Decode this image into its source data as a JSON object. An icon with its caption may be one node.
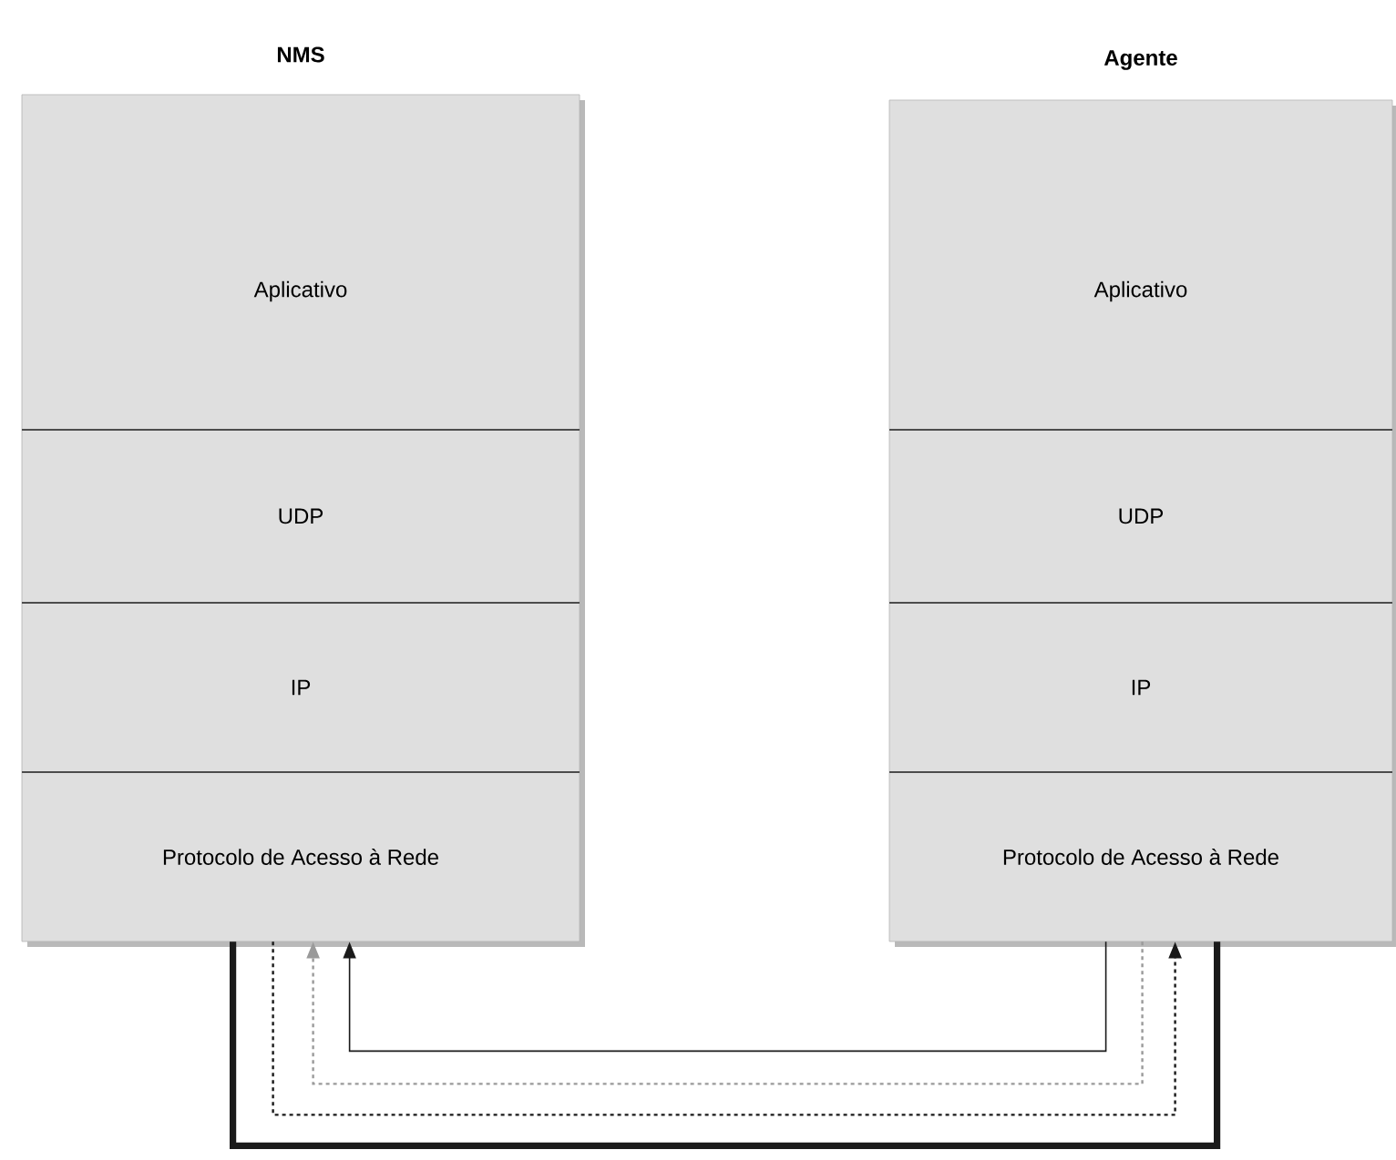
{
  "diagram": {
    "nodes": [
      {
        "text": [
          "NMS"
        ]
      },
      {
        "text": [
          "Aplicativo"
        ],
        "in": 0
      },
      {
        "text": [
          "UDP"
        ],
        "in": 0
      },
      {
        "text": [
          "IP"
        ],
        "in": 0
      },
      {
        "text": [
          "Protocolo de Acesso à Rede"
        ],
        "in": 0
      },
      {
        "text": [
          "Agente"
        ]
      },
      {
        "text": [
          "Aplicativo"
        ],
        "in": 5
      },
      {
        "text": [
          "UDP"
        ],
        "in": 5
      },
      {
        "text": [
          "IP"
        ],
        "in": 5
      },
      {
        "text": [
          "Protocolo de Acesso à Rede"
        ],
        "in": 5
      }
    ],
    "edges": [
      {
        "from": 4,
        "to": 9,
        "arrow": "none",
        "style": "thick"
      },
      {
        "from": 4,
        "to": 9,
        "arrow": "to",
        "style": "dashed"
      },
      {
        "from": 9,
        "to": 4,
        "arrow": "to",
        "style": "dashed",
        "color": "#9a9a9a"
      },
      {
        "from": 9,
        "to": 4,
        "arrow": "to"
      }
    ]
  }
}
